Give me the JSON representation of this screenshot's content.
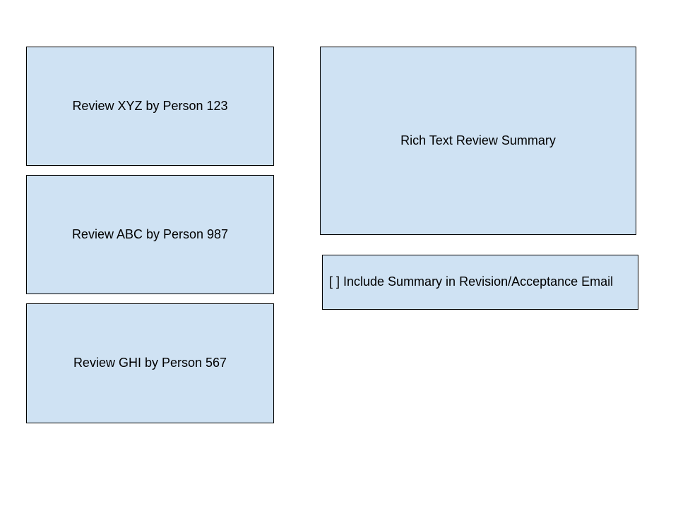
{
  "colors": {
    "box_fill": "#cfe2f3",
    "box_border": "#000000",
    "text": "#000000",
    "background": "#ffffff"
  },
  "reviews": [
    {
      "label": "Review XYZ by Person 123"
    },
    {
      "label": "Review ABC by Person 987"
    },
    {
      "label": "Review GHI by Person 567"
    }
  ],
  "summary": {
    "label": "Rich Text Review Summary"
  },
  "include_option": {
    "label": "[ ] Include Summary in Revision/Acceptance Email",
    "checked": false
  }
}
